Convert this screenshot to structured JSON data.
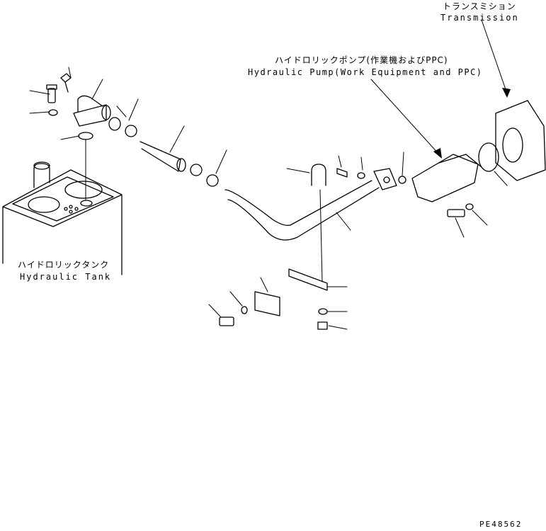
{
  "labels": {
    "transmission_jp": "トランスミション",
    "transmission_en": "Transmission",
    "pump_jp": "ハイドロリックポンプ(作業機およびPPC)",
    "pump_en": "Hydraulic Pump(Work Equipment and PPC)",
    "tank_jp": "ハイドロリックタンク",
    "tank_en": "Hydraulic Tank",
    "drawing_no": "PE48562"
  }
}
